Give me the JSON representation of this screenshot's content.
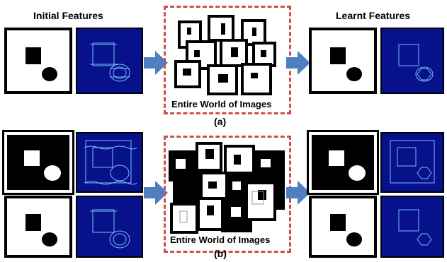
{
  "headings": {
    "initial": "Initial Features",
    "learnt": "Learnt Features"
  },
  "world_label_a": "Entire World of Images",
  "world_label_b": "Entire World of Images",
  "captions": {
    "a": "(a)",
    "b": "(b)"
  },
  "colors": {
    "dash_border": "#c94f50",
    "arrow_fill": "#4f7fbf",
    "feature_blue": "#08118c",
    "feature_line": "#7fd0ff"
  }
}
